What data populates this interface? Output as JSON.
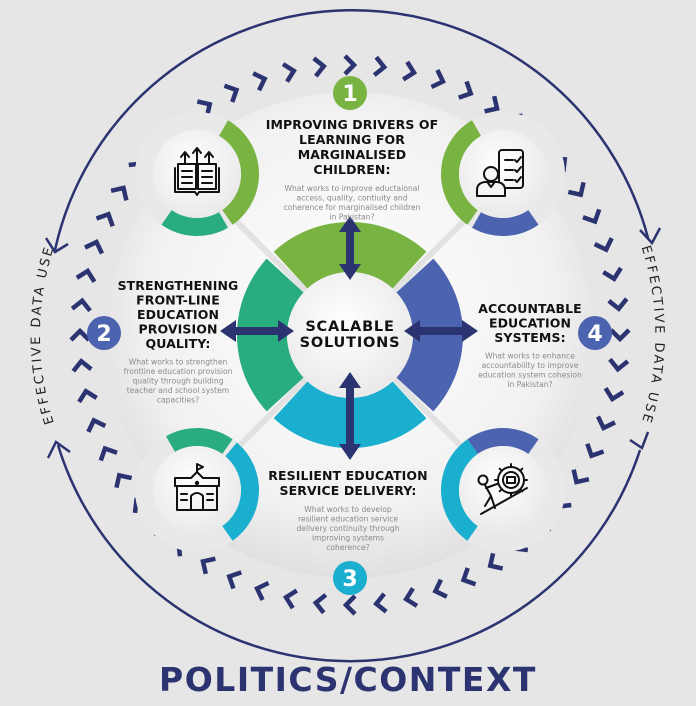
{
  "center": {
    "line1": "SCALABLE",
    "line2": "SOLUTIONS"
  },
  "side_labels": {
    "left": "EFFECTIVE DATA USE",
    "right": "EFFECTIVE DATA USE"
  },
  "footer": "POLITICS/CONTEXT",
  "colors": {
    "navy": "#2b3370",
    "green": "#79b443",
    "teal_green": "#2aad7e",
    "blue": "#4c63b0",
    "cyan": "#1aaecf",
    "background": "#e6e6e6"
  },
  "pillars": [
    {
      "number": "1",
      "title": [
        "IMPROVING DRIVERS OF",
        "LEARNING FOR",
        "MARGINALISED",
        "CHILDREN:"
      ],
      "description": [
        "What works to improve eductaional",
        "access, quality, contiuity and",
        "coherence for marginalised children",
        "in Pakistan?"
      ]
    },
    {
      "number": "2",
      "title": [
        "STRENGTHENING",
        "FRONT-LINE",
        "EDUCATION",
        "PROVISION",
        "QUALITY:"
      ],
      "description": [
        "What works to strengthen",
        "frontline education provision",
        "quality through building",
        "teacher and school system",
        "capacities?"
      ]
    },
    {
      "number": "3",
      "title": [
        "RESILIENT EDUCATION",
        "SERVICE DELIVERY:"
      ],
      "description": [
        "What works to develop",
        "resilient education service",
        "delivery continuity through",
        "improving systems",
        "coherence?"
      ]
    },
    {
      "number": "4",
      "title": [
        "ACCOUNTABLE",
        "EDUCATION",
        "SYSTEMS:"
      ],
      "description": [
        "What works to enhance",
        "accountability to improve",
        "education system cohesion",
        "in Pakistan?"
      ]
    }
  ],
  "icons": [
    "book-growth-icon",
    "person-checklist-icon",
    "school-building-icon",
    "person-pushing-gear-uphill-icon"
  ]
}
